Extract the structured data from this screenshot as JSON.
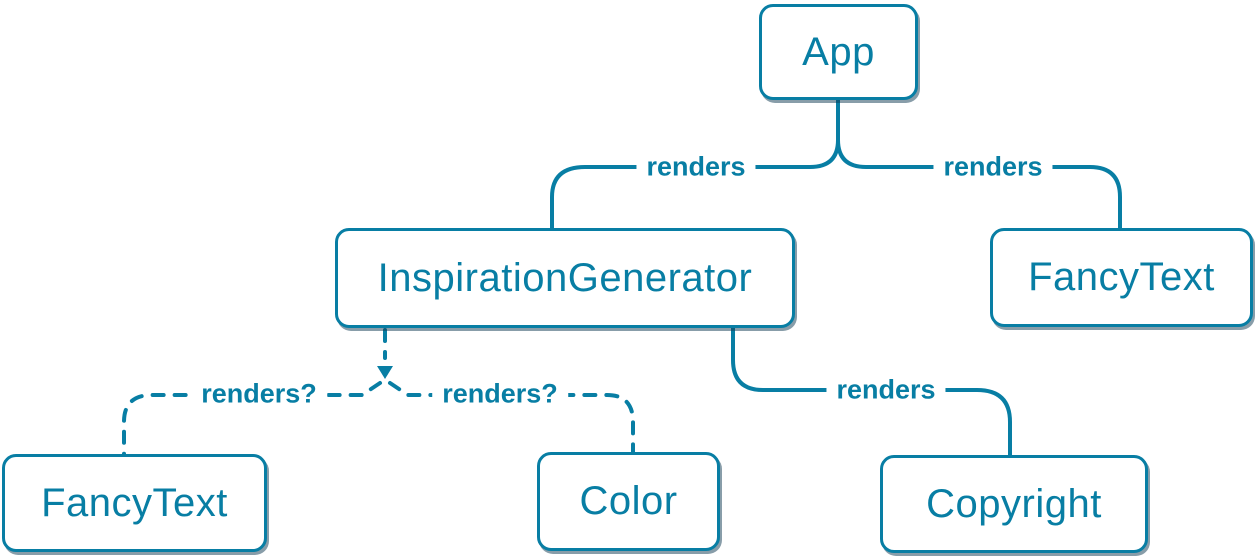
{
  "diagram": {
    "description": "React component render tree",
    "colors": {
      "accent": "#087ea4",
      "node_background": "#ffffff"
    },
    "nodes": [
      {
        "id": "app",
        "label": "App"
      },
      {
        "id": "inspiration-generator",
        "label": "InspirationGenerator"
      },
      {
        "id": "fancy-text-top",
        "label": "FancyText"
      },
      {
        "id": "fancy-text-bottom",
        "label": "FancyText"
      },
      {
        "id": "color",
        "label": "Color"
      },
      {
        "id": "copyright",
        "label": "Copyright"
      }
    ],
    "edges": [
      {
        "from": "App",
        "to": "InspirationGenerator",
        "label": "renders",
        "style": "solid"
      },
      {
        "from": "App",
        "to": "FancyText",
        "label": "renders",
        "style": "solid"
      },
      {
        "from": "InspirationGenerator",
        "to": "FancyText",
        "label": "renders?",
        "style": "dashed"
      },
      {
        "from": "InspirationGenerator",
        "to": "Color",
        "label": "renders?",
        "style": "dashed"
      },
      {
        "from": "InspirationGenerator",
        "to": "Copyright",
        "label": "renders",
        "style": "solid"
      }
    ]
  }
}
